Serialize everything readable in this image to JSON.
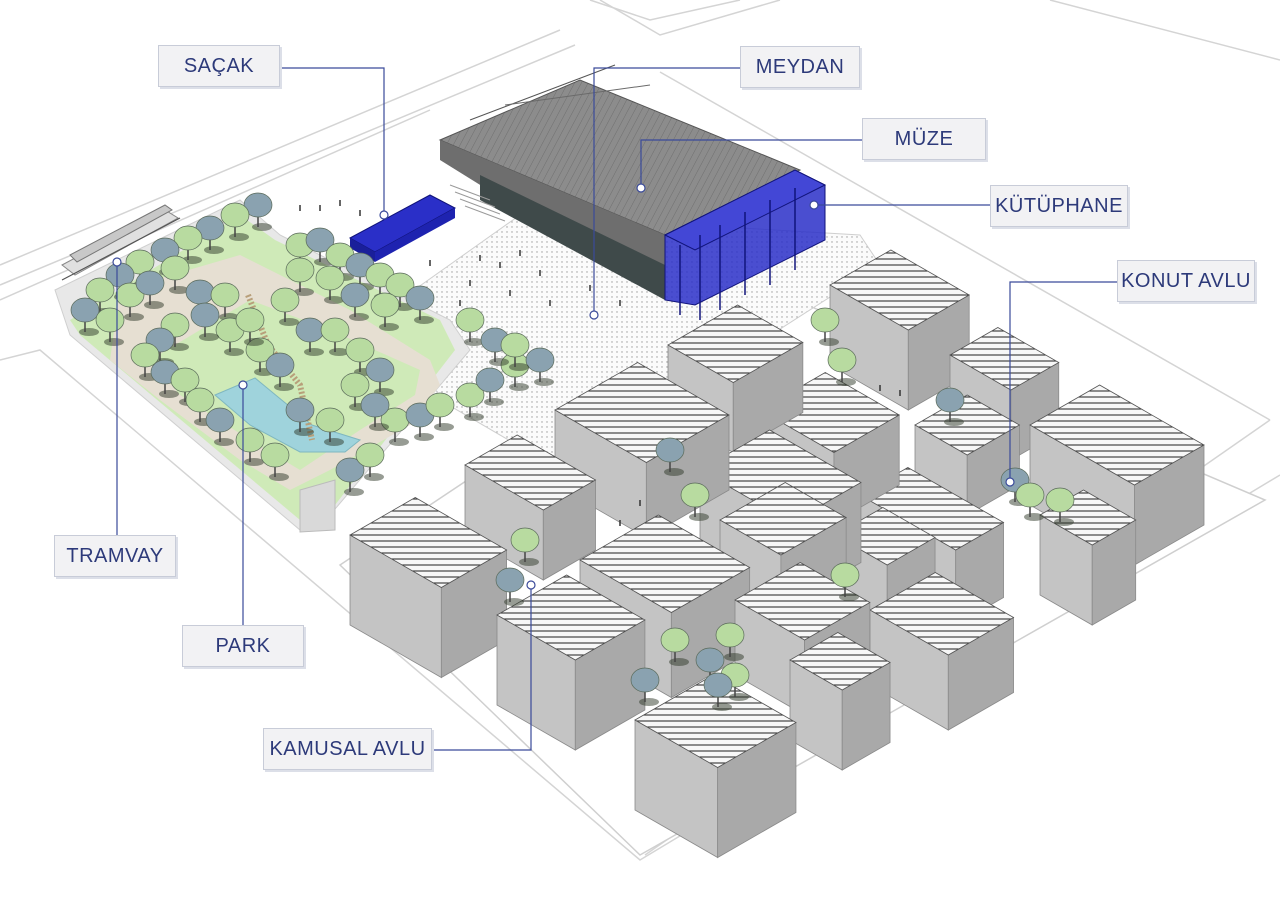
{
  "labels": {
    "sacak": "SAÇAK",
    "meydan": "MEYDAN",
    "muze": "MÜZE",
    "kutuphane": "KÜTÜPHANE",
    "konut_avlu": "KONUT AVLU",
    "tramvay": "TRAMVAY",
    "park": "PARK",
    "kamusal_avlu": "KAMUSAL AVLU"
  },
  "colors": {
    "label_text": "#2d3a7a",
    "leader_line": "#3a4a9a",
    "building_top": "#f4f4f4",
    "building_left": "#c4c4c4",
    "building_right": "#a9a9a9",
    "park_green": "#cfeab8",
    "water": "#9fd3dc",
    "glass_blue": "#2a2fc8",
    "museum_roof": "#8a8a8a",
    "tree_light": "#b8dba0",
    "tree_dark": "#8aa2b0"
  }
}
